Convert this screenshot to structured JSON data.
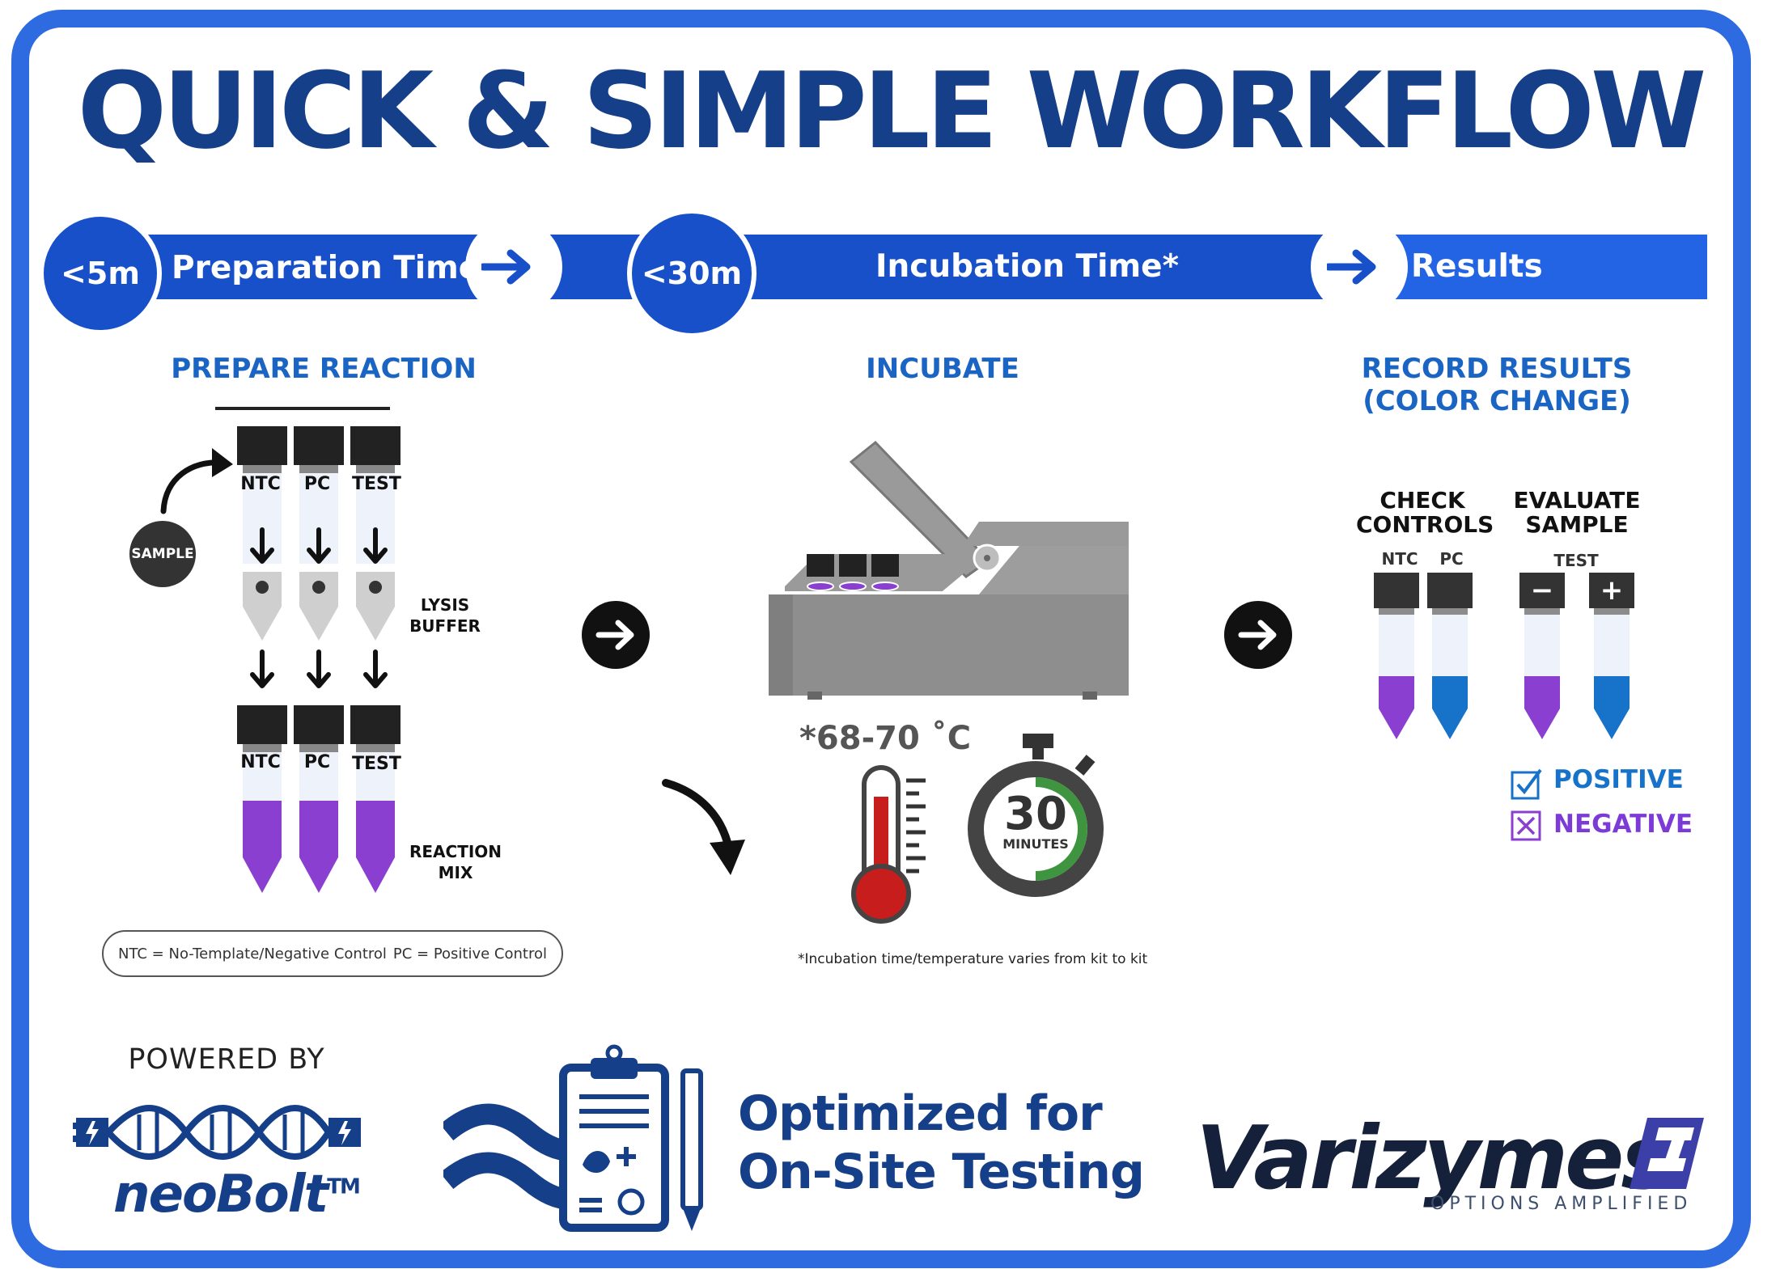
{
  "title": "QUICK & SIMPLE WORKFLOW",
  "timeline": {
    "prep_time": "<5m",
    "prep_label": "Preparation Time",
    "incubation_time": "<30m",
    "incubation_label": "Incubation Time*",
    "results_label": "Results"
  },
  "sections": {
    "prepare": "PREPARE REACTION",
    "incubate": "INCUBATE",
    "record_line1": "RECORD RESULTS",
    "record_line2": "(COLOR CHANGE)"
  },
  "tubes": {
    "labels": [
      "NTC",
      "PC",
      "TEST"
    ],
    "sample": "SAMPLE",
    "lysis_line1": "LYSIS",
    "lysis_line2": "BUFFER",
    "reaction_line1": "REACTION",
    "reaction_line2": "MIX"
  },
  "legend": {
    "ntc": "NTC = No-Template/Negative Control",
    "pc": "PC = Positive Control"
  },
  "incubation": {
    "temperature": "*68-70 ˚C",
    "timer_value": "30",
    "timer_unit": "MINUTES",
    "footnote": "*Incubation time/temperature varies from kit to kit"
  },
  "results": {
    "check_line1": "CHECK",
    "check_line2": "CONTROLS",
    "evaluate_line1": "EVALUATE",
    "evaluate_line2": "SAMPLE",
    "ntc": "NTC",
    "pc": "PC",
    "test": "TEST",
    "minus": "−",
    "plus": "+",
    "positive": "POSITIVE",
    "negative": "NEGATIVE"
  },
  "footer": {
    "powered_by": "POWERED BY",
    "neobolt": "neoBolt",
    "tm": "TM",
    "optimized_line1": "Optimized for",
    "optimized_line2": "On-Site Testing",
    "varizymes": "Varizymes",
    "registered": "®",
    "tagline": "OPTIONS AMPLIFIED"
  },
  "colors": {
    "primary_blue": "#1750c9",
    "title_navy": "#163f8a",
    "section_blue": "#1a64c4",
    "purple": "#8a3fd1",
    "blue_result": "#1673c9"
  }
}
